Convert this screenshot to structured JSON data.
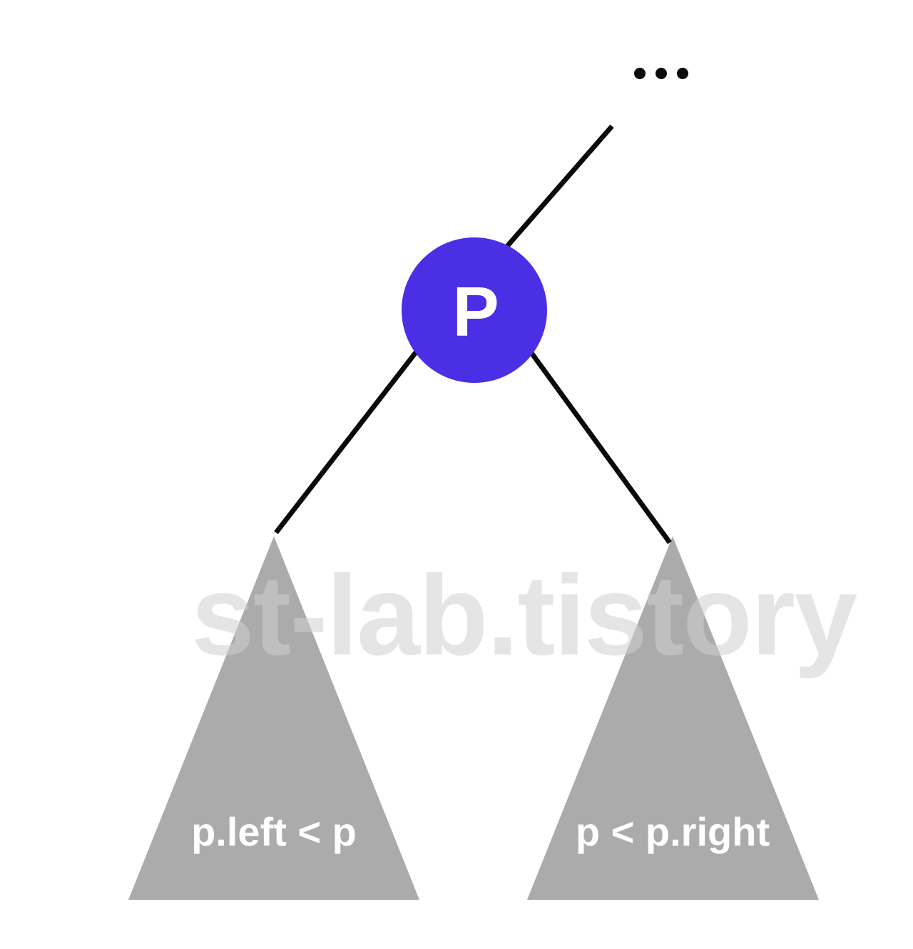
{
  "diagram": {
    "root_node": {
      "label": "P",
      "fill_color": "#4b2fe4",
      "text_color": "#ffffff"
    },
    "ellipsis": {
      "meaning": "parent continues upward",
      "icon": "ellipsis-icon"
    },
    "left_subtree": {
      "label": "p.left < p",
      "fill_color": "#ababab",
      "text_color": "#ffffff"
    },
    "right_subtree": {
      "label": "p < p.right",
      "fill_color": "#ababab",
      "text_color": "#ffffff"
    },
    "edge_color": "#0a0a0a",
    "watermark": {
      "text": "st-lab.tistory",
      "color": "#cfcfcf"
    }
  }
}
